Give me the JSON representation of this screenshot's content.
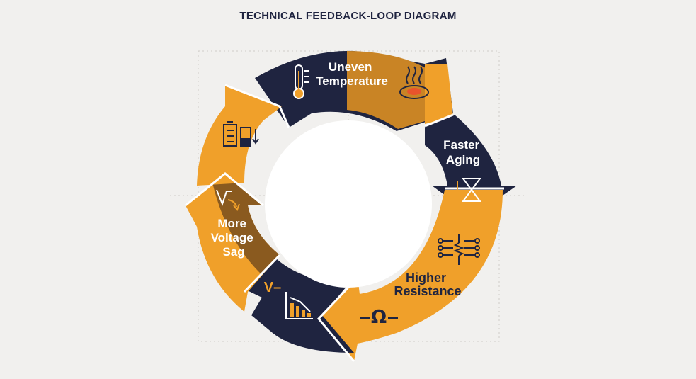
{
  "title": "TECHNICAL FEEDBACK-LOOP DIAGRAM",
  "colors": {
    "navy": "#1f2440",
    "orange": "#f0a02a",
    "brown": "#8a5a1f",
    "background": "#f1f0ee"
  },
  "steps": [
    {
      "label_lines": [
        "Uneven",
        "Temperature"
      ],
      "icons": [
        "thermometer-icon",
        "heat-source-icon"
      ]
    },
    {
      "label_lines": [
        "Faster",
        "Aging"
      ],
      "icons": [
        "hourglass-icon"
      ]
    },
    {
      "label_lines": [
        "Higher",
        "Resistance"
      ],
      "icons": [
        "circuit-resistor-icon",
        "ohm-icon"
      ]
    },
    {
      "label_lines": [
        "V–"
      ],
      "icons": [
        "declining-bar-chart-icon"
      ]
    },
    {
      "label_lines": [
        "More",
        "Voltage",
        "Sag"
      ],
      "icons": [
        "voltage-sag-icon"
      ]
    },
    {
      "label_lines": [],
      "icons": [
        "battery-drain-icon"
      ]
    }
  ],
  "icon_glyphs": {
    "ohm": "Ω"
  }
}
